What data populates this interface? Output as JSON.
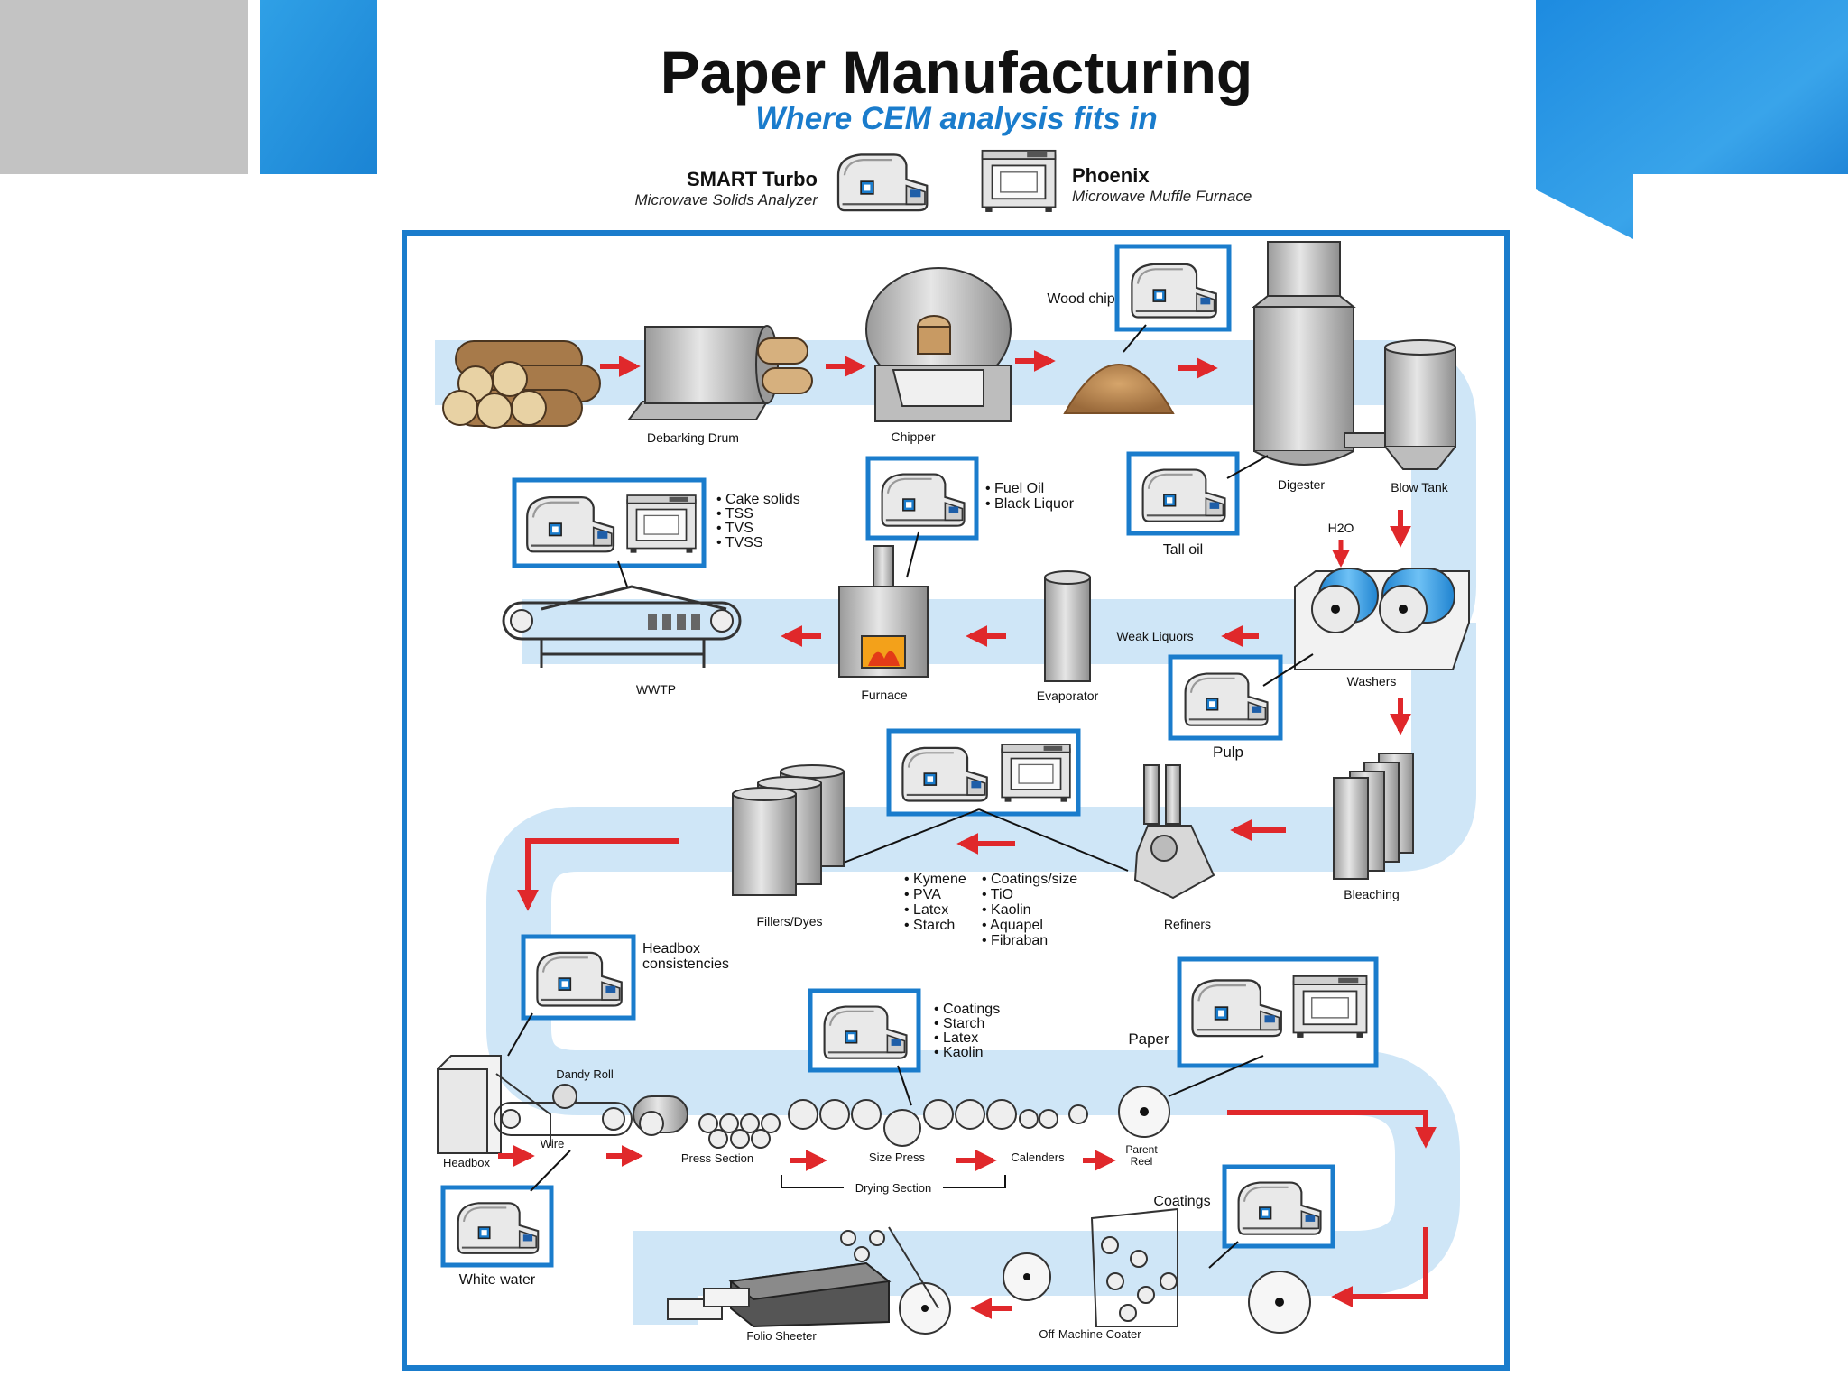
{
  "header": {
    "title": "Paper Manufacturing",
    "subtitle": "Where CEM analysis fits in"
  },
  "legend": {
    "smart_turbo": {
      "name": "SMART Turbo",
      "description": "Microwave Solids Analyzer"
    },
    "phoenix": {
      "name": "Phoenix",
      "description": "Microwave Muffle Furnace"
    }
  },
  "stages": {
    "debarking_drum": "Debarking Drum",
    "chipper": "Chipper",
    "wood_chips": "Wood chips",
    "digester": "Digester",
    "blow_tank": "Blow Tank",
    "tall_oil": "Tall oil",
    "h2o": "H2O",
    "washers": "Washers",
    "weak_liquors": "Weak Liquors",
    "evaporator": "Evaporator",
    "furnace": "Furnace",
    "wwtp": "WWTP",
    "pulp": "Pulp",
    "bleaching": "Bleaching",
    "refiners": "Refiners",
    "fillers_dyes": "Fillers/Dyes",
    "headbox_consistencies": "Headbox consistencies",
    "headbox": "Headbox",
    "dandy_roll": "Dandy Roll",
    "wire": "Wire",
    "press_section": "Press Section",
    "size_press": "Size Press",
    "calenders": "Calenders",
    "parent_reel": "Parent Reel",
    "drying_section": "Drying Section",
    "paper": "Paper",
    "white_water": "White water",
    "coatings": "Coatings",
    "off_machine_coater": "Off-Machine Coater",
    "folio_sheeter": "Folio Sheeter"
  },
  "annotations": {
    "fuel": [
      "Fuel Oil",
      "Black Liquor"
    ],
    "wwtp_tests": [
      "Cake solids",
      "TSS",
      "TVS",
      "TVSS"
    ],
    "additives_left": [
      "Kymene",
      "PVA",
      "Latex",
      "Starch"
    ],
    "additives_right": [
      "Coatings/size",
      "TiO",
      "Kaolin",
      "Aquapel",
      "Fibraban"
    ],
    "size_press_tests": [
      "Coatings",
      "Starch",
      "Latex",
      "Kaolin"
    ]
  },
  "colors": {
    "accent_blue": "#1a7ccc",
    "path_blue": "#cfe6f7",
    "arrow_red": "#e0282b",
    "slide_gray": "#c3c3c3"
  }
}
